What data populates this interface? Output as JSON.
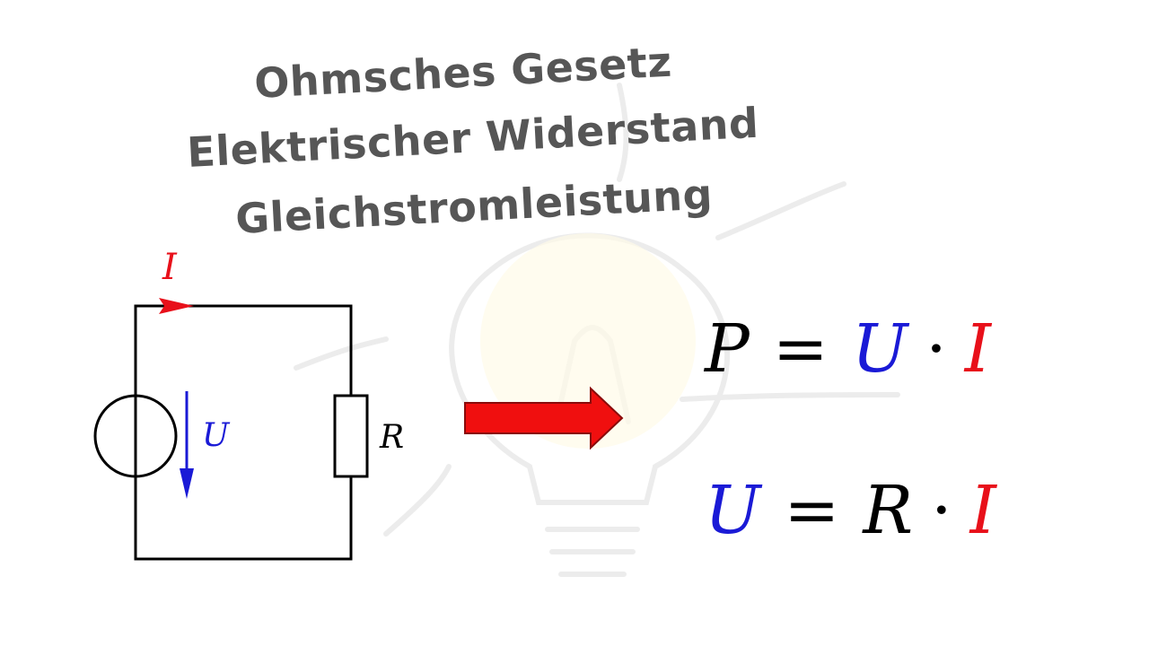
{
  "title": {
    "lines": [
      "Ohmsches Gesetz",
      "Elektrischer Widerstand",
      "Gleichstromleistung"
    ]
  },
  "colors": {
    "title": "#565656",
    "current": "#e8101a",
    "voltage": "#1a1ad6",
    "wire": "#000000",
    "arrow": "#f00f0f"
  },
  "circuit": {
    "current_label": "I",
    "voltage_label": "U",
    "resistor_label": "R",
    "icons": [
      "voltage-source-icon",
      "resistor-icon",
      "current-arrow-icon",
      "voltage-arrow-icon"
    ]
  },
  "arrow_icon": "right-arrow-icon",
  "formulas": {
    "power": {
      "lhs": "P",
      "eq": "=",
      "a": "U",
      "dot": "·",
      "b": "I"
    },
    "ohm": {
      "lhs": "U",
      "eq": "=",
      "a": "R",
      "dot": "·",
      "b": "I"
    }
  }
}
